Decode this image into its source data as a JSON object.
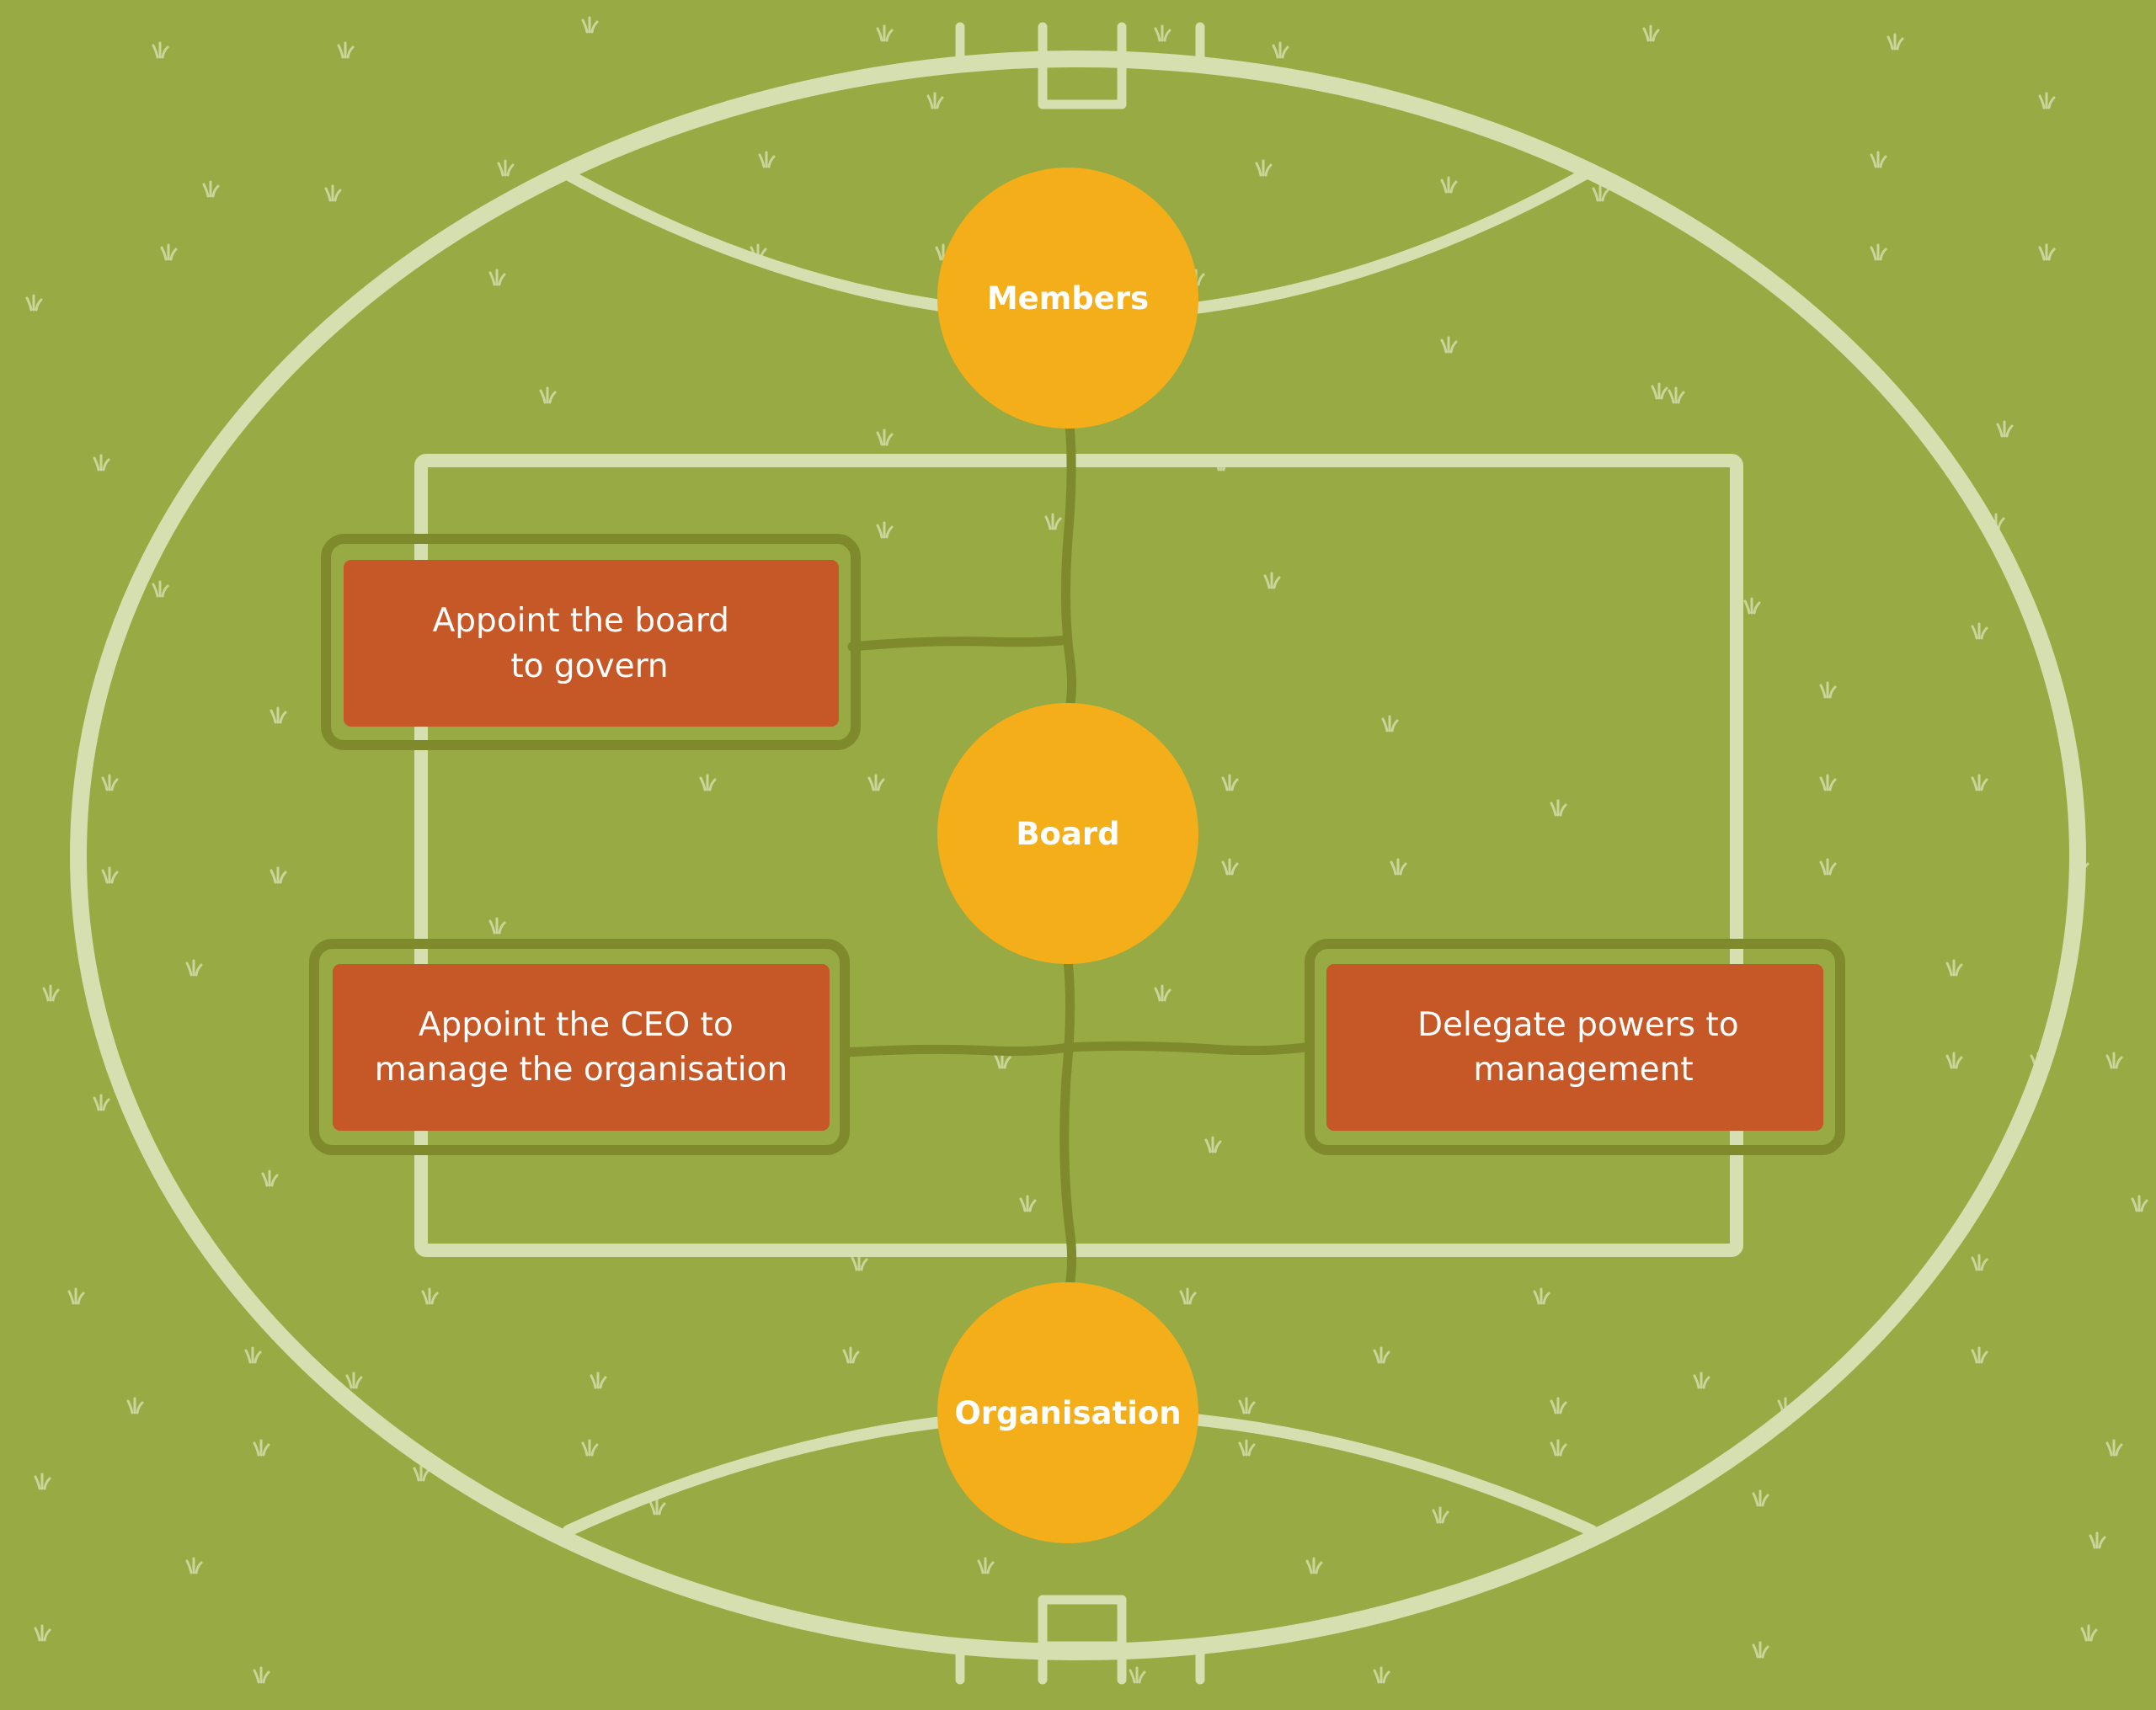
{
  "colors": {
    "grass": "#97aa43",
    "field_lines": "#d5dfb0",
    "grass_marks": "#c9d59a",
    "connector": "#7f8a2d",
    "node_fill": "#f4ae19",
    "box_fill": "#c65827",
    "box_frame": "#7f8a2d",
    "text": "#ffffff"
  },
  "nodes": {
    "members": "Members",
    "board": "Board",
    "organisation": "Organisation"
  },
  "boxes": {
    "appoint_board": [
      "Appoint the board",
      "to govern"
    ],
    "appoint_ceo": [
      "Appoint the CEO to",
      "manage the organisation"
    ],
    "delegate": [
      "Delegate powers to",
      "management"
    ]
  }
}
